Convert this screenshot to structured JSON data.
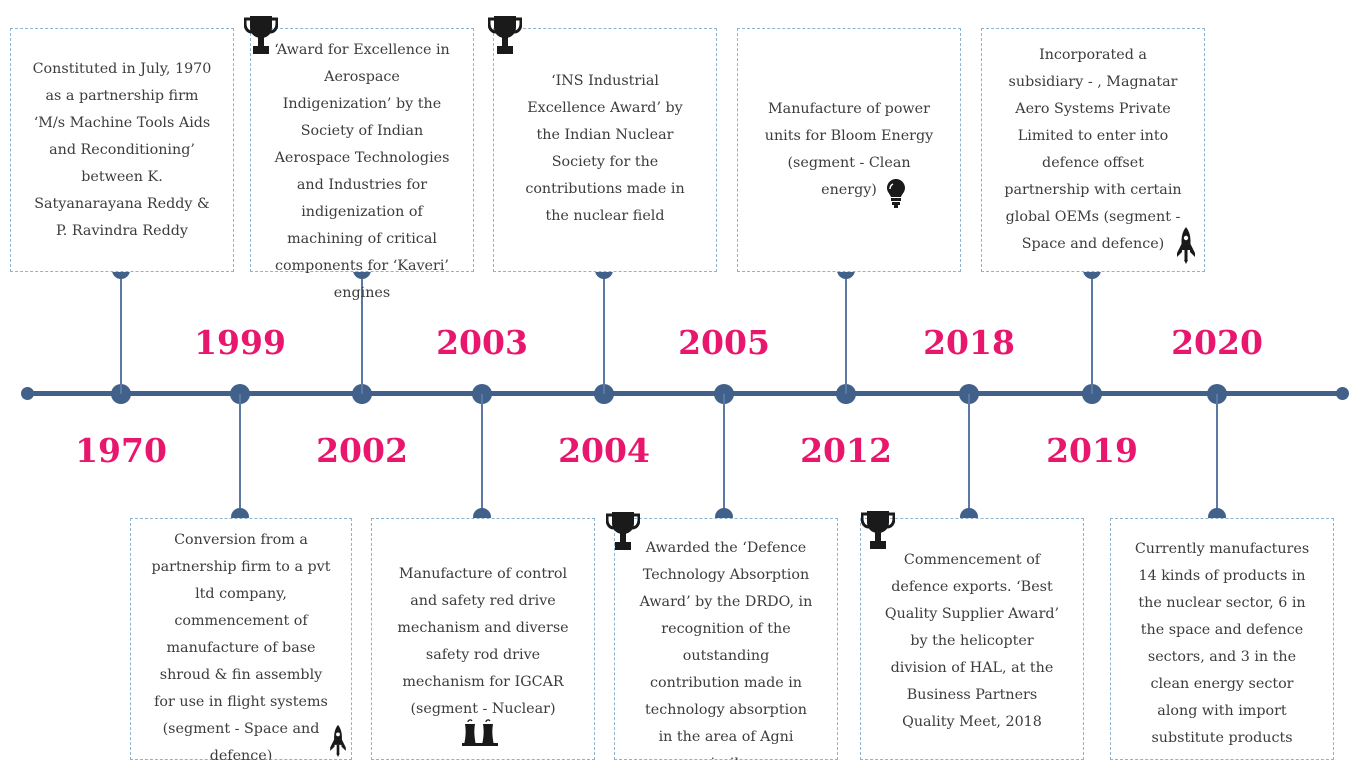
{
  "colors": {
    "axis": "#41608a",
    "year": "#e8176d",
    "text": "#3c3c3c",
    "card_border": "#8db3d0"
  },
  "milestones": [
    {
      "year": "1970",
      "lines": [
        "Constituted in July, 1970",
        "as a partnership firm",
        "‘M/s Machine Tools Aids",
        "and Reconditioning’",
        "between K.",
        "Satyanarayana Reddy &",
        "P. Ravindra Reddy"
      ]
    },
    {
      "year": "1999",
      "lines": [
        "Conversion from a",
        "partnership firm to a pvt",
        "ltd company,",
        "commencement of",
        "manufacture of base",
        "shroud & fin assembly",
        "for use in flight systems",
        "(segment - Space and",
        "defence)"
      ],
      "icon": "rocket-icon"
    },
    {
      "year": "2002",
      "lines": [
        "‘Award for Excellence in",
        "Aerospace",
        "Indigenization’ by the",
        "Society of Indian",
        "Aerospace Technologies",
        "and Industries for",
        "indigenization of",
        "machining of critical",
        "components for ‘Kaveri’",
        "engines"
      ],
      "icon": "trophy-icon"
    },
    {
      "year": "2003",
      "lines": [
        "Manufacture of control",
        "and safety red drive",
        "mechanism and diverse",
        "safety rod drive",
        "mechanism for IGCAR",
        "(segment - Nuclear)"
      ],
      "icon": "nuclear-plant-icon"
    },
    {
      "year": "2004",
      "lines": [
        "‘INS Industrial",
        "Excellence Award’ by",
        "the Indian Nuclear",
        "Society for the",
        "contributions made in",
        "the nuclear field"
      ],
      "icon": "trophy-icon"
    },
    {
      "year": "2005",
      "lines": [
        "Awarded the ‘Defence",
        "Technology Absorption",
        "Award’ by the DRDO, in",
        "recognition of the",
        "outstanding",
        "contribution made in",
        "technology absorption",
        "in the area of Agni",
        "missiles"
      ],
      "icon": "trophy-icon"
    },
    {
      "year": "2012",
      "lines": [
        "Manufacture of power",
        "units for Bloom Energy",
        "(segment - Clean",
        "energy)"
      ],
      "icon": "lightbulb-icon"
    },
    {
      "year": "2018",
      "lines": [
        "Commencement of",
        "defence exports. ‘Best",
        "Quality Supplier Award’",
        "by the helicopter",
        "division of HAL, at the",
        "Business Partners",
        "Quality Meet, 2018"
      ],
      "icon": "trophy-icon"
    },
    {
      "year": "2019",
      "lines": [
        "Incorporated a",
        "subsidiary - , Magnatar",
        "Aero Systems Private",
        "Limited to enter into",
        "defence offset",
        "partnership with certain",
        "global OEMs (segment -",
        "Space and defence)"
      ],
      "icon": "rocket-icon"
    },
    {
      "year": "2020",
      "lines": [
        "Currently manufactures",
        "14 kinds of products in",
        "the nuclear sector, 6 in",
        "the space and defence",
        "sectors, and 3 in the",
        "clean energy sector",
        "along with import",
        "substitute products"
      ]
    }
  ]
}
